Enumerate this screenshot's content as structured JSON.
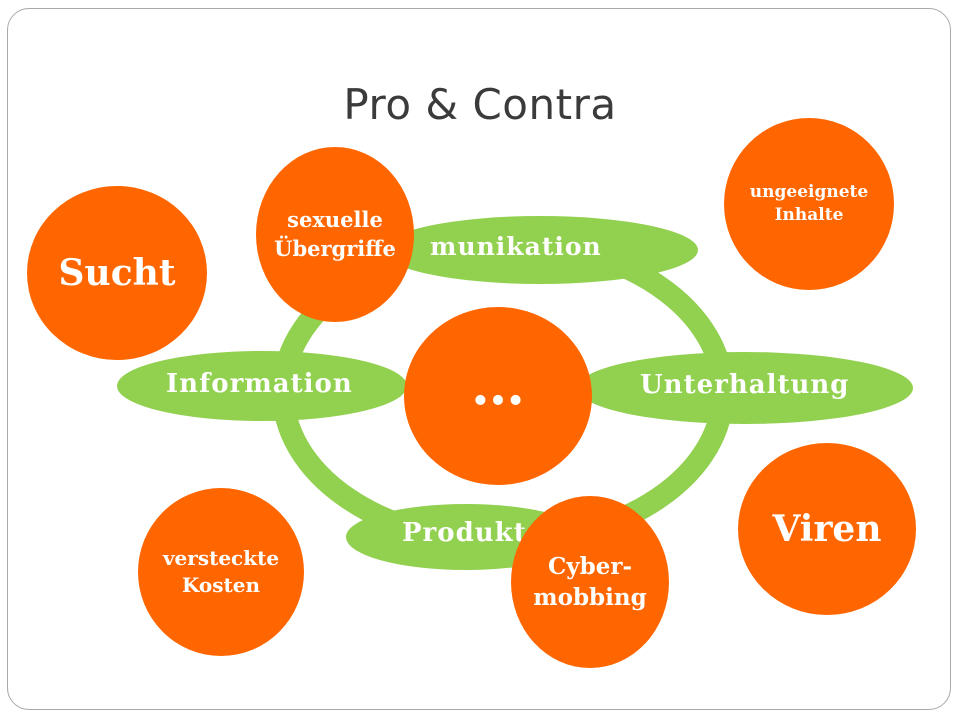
{
  "title": "Pro & Contra",
  "center_label": "…",
  "cycle_labels": {
    "top": "munikation",
    "left": "Information",
    "right": "Unterhaltung",
    "bottom": "Produkt"
  },
  "risk_circles": {
    "sucht": "Sucht",
    "sexuelle": "sexuelle\nÜbergriffe",
    "ungeeignete": "ungeeignete\nInhalte",
    "versteckte": "versteckte\nKosten",
    "cyber": "Cyber-\nmobbing",
    "viren": "Viren"
  },
  "colors": {
    "green": "#92d050",
    "orange": "#ff6600",
    "title": "#3b3b3b"
  }
}
